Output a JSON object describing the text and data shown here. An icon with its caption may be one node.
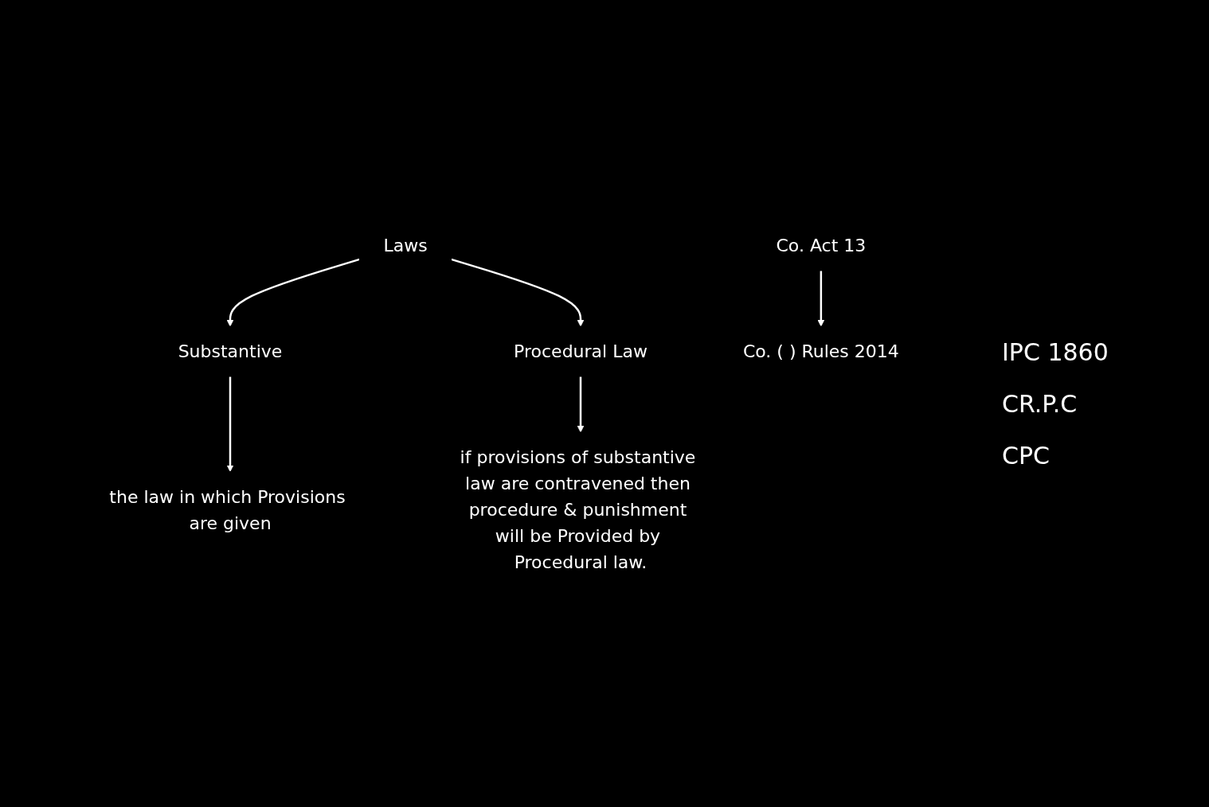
{
  "diagram": {
    "nodes": [
      {
        "text": [
          "Laws"
        ]
      },
      {
        "text": [
          "Substantive"
        ]
      },
      {
        "text": [
          "Procedural Law"
        ]
      },
      {
        "text": [
          "the law in which Provisions are given"
        ]
      },
      {
        "text": [
          "Co. Act 13"
        ]
      },
      {
        "text": [
          "if provisions of substantive law are contravened then procedure & punishment will be Provided by Procedural law."
        ]
      },
      {
        "text": [
          "Co. (      ) Rules 2014"
        ]
      }
    ],
    "edges": [
      {
        "from": 0,
        "to": 1,
        "arrow": "to"
      },
      {
        "from": 0,
        "to": 2,
        "arrow": "to"
      },
      {
        "from": 1,
        "to": 3,
        "arrow": "to"
      },
      {
        "from": 2,
        "to": 5,
        "arrow": "to"
      },
      {
        "from": 4,
        "to": 6,
        "arrow": "to"
      }
    ],
    "labels": [
      "IPC 1860",
      "CR.P.C",
      "CPC"
    ]
  }
}
